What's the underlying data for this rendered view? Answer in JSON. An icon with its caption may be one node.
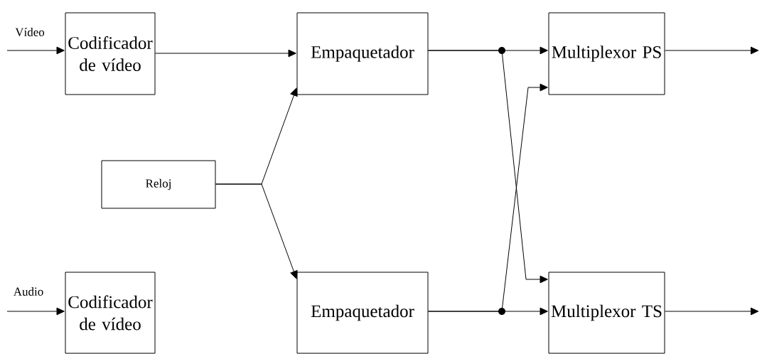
{
  "diagram": {
    "nodes": [
      {
        "text": [
          "Codificador de vídeo"
        ]
      },
      {
        "text": [
          "Empaquetador"
        ]
      },
      {
        "text": [
          "Multiplexor PS"
        ]
      },
      {
        "text": [
          "Reloj"
        ]
      },
      {
        "text": [
          "Codificador de vídeo"
        ]
      },
      {
        "text": [
          "Empaquetador"
        ]
      },
      {
        "text": [
          "Multiplexor TS"
        ]
      }
    ],
    "edges": [
      {
        "from": null,
        "to": 0,
        "arrow": "to",
        "label": "Vídeo"
      },
      {
        "from": 0,
        "to": 1,
        "arrow": "to"
      },
      {
        "from": 3,
        "to": 1,
        "arrow": "to"
      },
      {
        "from": 3,
        "to": 5,
        "arrow": "to"
      },
      {
        "from": 1,
        "to": 2,
        "arrow": "to"
      },
      {
        "from": 1,
        "to": 6,
        "arrow": "to"
      },
      {
        "from": 5,
        "to": 6,
        "arrow": "to"
      },
      {
        "from": 5,
        "to": 2,
        "arrow": "to"
      },
      {
        "from": 2,
        "to": null,
        "arrow": "to"
      },
      {
        "from": null,
        "to": 4,
        "arrow": "to",
        "label": "Audio"
      },
      {
        "from": 6,
        "to": null,
        "arrow": "to"
      }
    ]
  }
}
